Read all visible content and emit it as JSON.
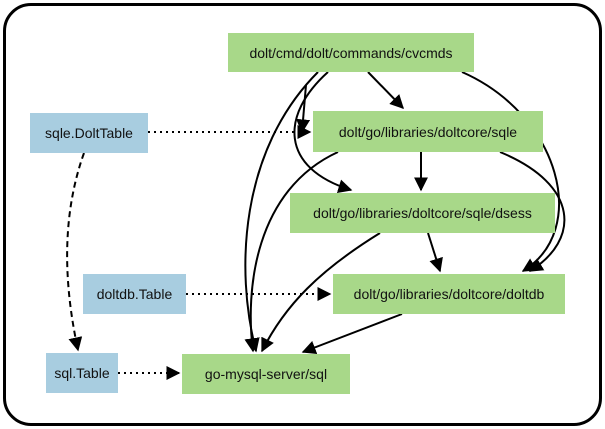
{
  "nodes": {
    "cvcmds": "dolt/cmd/dolt/commands/cvcmds",
    "sqle": "dolt/go/libraries/doltcore/sqle",
    "dsess": "dolt/go/libraries/doltcore/sqle/dsess",
    "doltdb": "dolt/go/libraries/doltcore/doltdb",
    "gms": "go-mysql-server/sql",
    "dolttable": "sqle.DoltTable",
    "doltdbtable": "doltdb.Table",
    "sqltable": "sql.Table"
  },
  "edges": [
    {
      "from": "cvcmds",
      "to": "sqle",
      "style": "solid"
    },
    {
      "from": "cvcmds",
      "to": "dsess",
      "style": "solid"
    },
    {
      "from": "cvcmds",
      "to": "doltdb",
      "style": "solid"
    },
    {
      "from": "cvcmds",
      "to": "gms",
      "style": "solid"
    },
    {
      "from": "sqle",
      "to": "dsess",
      "style": "solid"
    },
    {
      "from": "sqle",
      "to": "doltdb",
      "style": "solid"
    },
    {
      "from": "sqle",
      "to": "gms",
      "style": "solid"
    },
    {
      "from": "dsess",
      "to": "doltdb",
      "style": "solid"
    },
    {
      "from": "dsess",
      "to": "gms",
      "style": "solid"
    },
    {
      "from": "doltdb",
      "to": "gms",
      "style": "solid"
    },
    {
      "from": "dolttable",
      "to": "sqle",
      "style": "dotted"
    },
    {
      "from": "dolttable",
      "to": "sqltable",
      "style": "dashed"
    },
    {
      "from": "doltdbtable",
      "to": "doltdb",
      "style": "dotted"
    },
    {
      "from": "sqltable",
      "to": "gms",
      "style": "dotted"
    }
  ],
  "colors": {
    "package_fill": "#a8d889",
    "type_fill": "#a8cde0",
    "edge": "#000000",
    "frame": "#000000"
  }
}
